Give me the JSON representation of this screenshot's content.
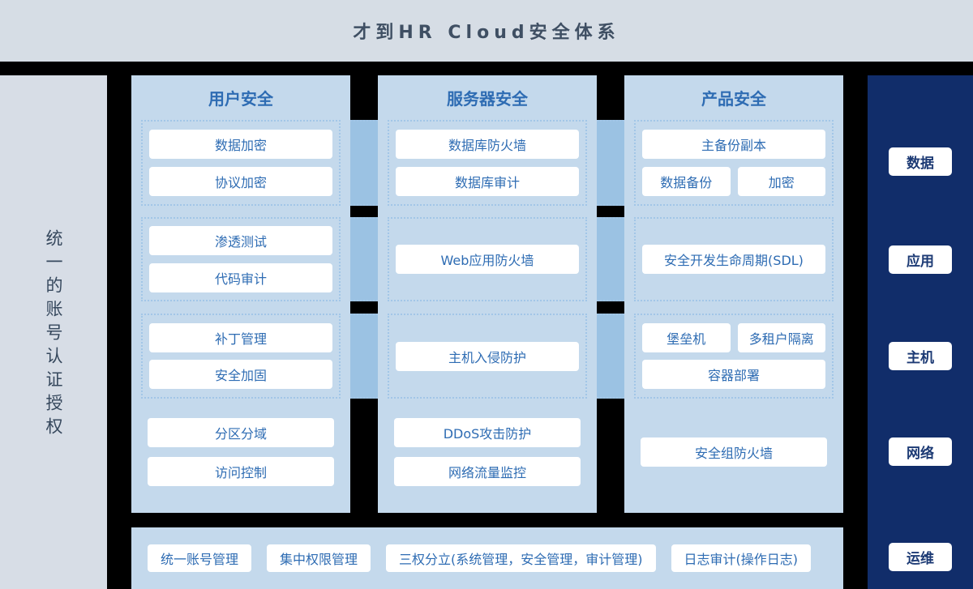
{
  "header": {
    "title": "才到HR Cloud安全体系"
  },
  "left_rail": {
    "vertical_label": "统一的账号认证授权"
  },
  "columns": [
    {
      "title": "用户安全",
      "groups": [
        {
          "dashed": true,
          "rows": [
            [
              "数据加密"
            ],
            [
              "协议加密"
            ]
          ]
        },
        {
          "dashed": true,
          "rows": [
            [
              "渗透测试"
            ],
            [
              "代码审计"
            ]
          ]
        },
        {
          "dashed": true,
          "rows": [
            [
              "补丁管理"
            ],
            [
              "安全加固"
            ]
          ]
        },
        {
          "dashed": false,
          "rows": [
            [
              "分区分域"
            ],
            [
              "访问控制"
            ]
          ]
        }
      ]
    },
    {
      "title": "服务器安全",
      "groups": [
        {
          "dashed": true,
          "rows": [
            [
              "数据库防火墙"
            ],
            [
              "数据库审计"
            ]
          ]
        },
        {
          "dashed": true,
          "rows": [
            [
              "Web应用防火墙"
            ]
          ]
        },
        {
          "dashed": true,
          "rows": [
            [
              "主机入侵防护"
            ]
          ]
        },
        {
          "dashed": false,
          "rows": [
            [
              "DDoS攻击防护"
            ],
            [
              "网络流量监控"
            ]
          ]
        }
      ]
    },
    {
      "title": "产品安全",
      "groups": [
        {
          "dashed": true,
          "rows": [
            [
              "主备份副本"
            ],
            [
              "数据备份",
              "加密"
            ]
          ]
        },
        {
          "dashed": true,
          "rows": [
            [
              "安全开发生命周期(SDL)"
            ]
          ]
        },
        {
          "dashed": true,
          "rows": [
            [
              "堡垒机",
              "多租户隔离"
            ],
            [
              "容器部署"
            ]
          ]
        },
        {
          "dashed": false,
          "rows": [
            [
              "安全组防火墙"
            ]
          ]
        }
      ]
    }
  ],
  "right_rail": {
    "labels": [
      "数据",
      "应用",
      "主机",
      "网络",
      "运维"
    ]
  },
  "bottom_bar": {
    "items": [
      "统一账号管理",
      "集中权限管理",
      "三权分立(系统管理，安全管理，审计管理)",
      "日志审计(操作日志)"
    ]
  },
  "colors": {
    "header_bg": "#d6dde5",
    "rail_gray": "#d7dde6",
    "panel_blue": "#c4d9ec",
    "strip_blue": "#9bc2e3",
    "dash_blue": "#a2c6e7",
    "navy": "#112d6a",
    "accent_blue": "#2e6cb3",
    "title_dark": "#3f4f63"
  }
}
